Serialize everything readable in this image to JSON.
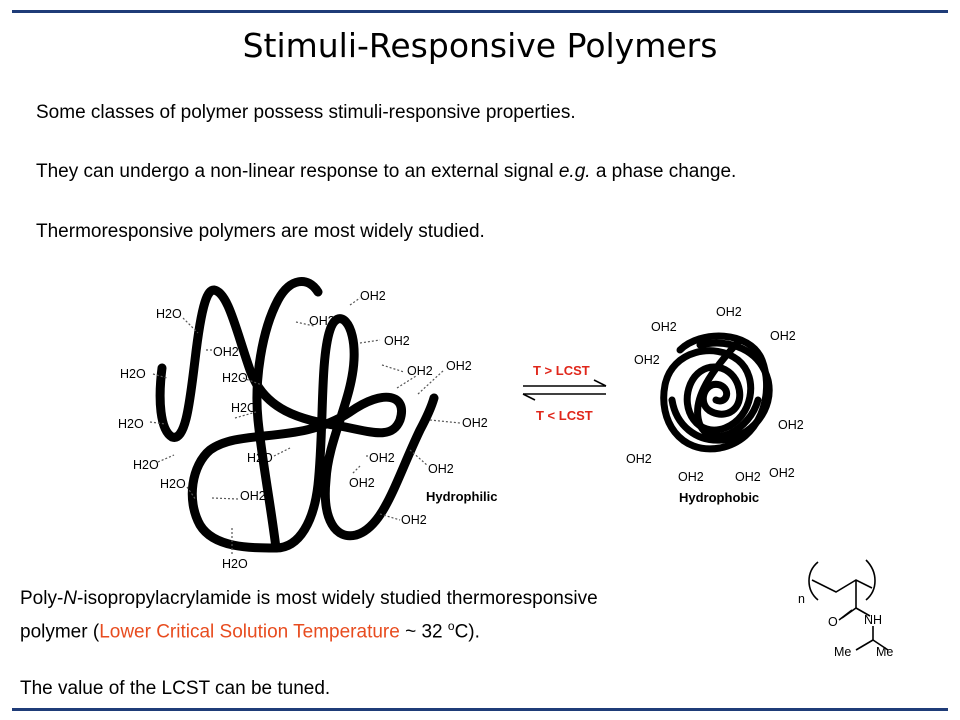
{
  "slide": {
    "title": "Stimuli-Responsive Polymers",
    "intro": [
      "Some classes of polymer possess stimuli-responsive properties.",
      "They can undergo a non-linear response to an external signal ",
      "e.g.",
      " a phase change.",
      "Thermoresponsive polymers are most widely studied."
    ],
    "bottom": {
      "line1_a": "Poly-",
      "line1_n": "N",
      "line1_b": "-isopropylacrylamide  is most widely studied thermoresponsive",
      "line2_a": "polymer (",
      "line2_red": "Lower Critical Solution Temperature",
      "line2_b": " ~ 32 ",
      "line2_sup": "o",
      "line2_c": "C).",
      "line3": "The value of the LCST can be tuned."
    }
  },
  "diagram": {
    "hydrophilic_label": "Hydrophilic",
    "hydrophobic_label": "Hydrophobic",
    "forward_condition": "T > LCST",
    "reverse_condition": "T < LCST",
    "water_oh2": "OH2",
    "water_h2o": "H2O",
    "colors": {
      "arrow_text": "#e0261a",
      "accent_text": "#e84c1f",
      "rule": "#1f3c78"
    }
  },
  "structure": {
    "repeat_n": "n",
    "o_label": "O",
    "nh_label": "NH",
    "me1": "Me",
    "me2": "Me"
  }
}
